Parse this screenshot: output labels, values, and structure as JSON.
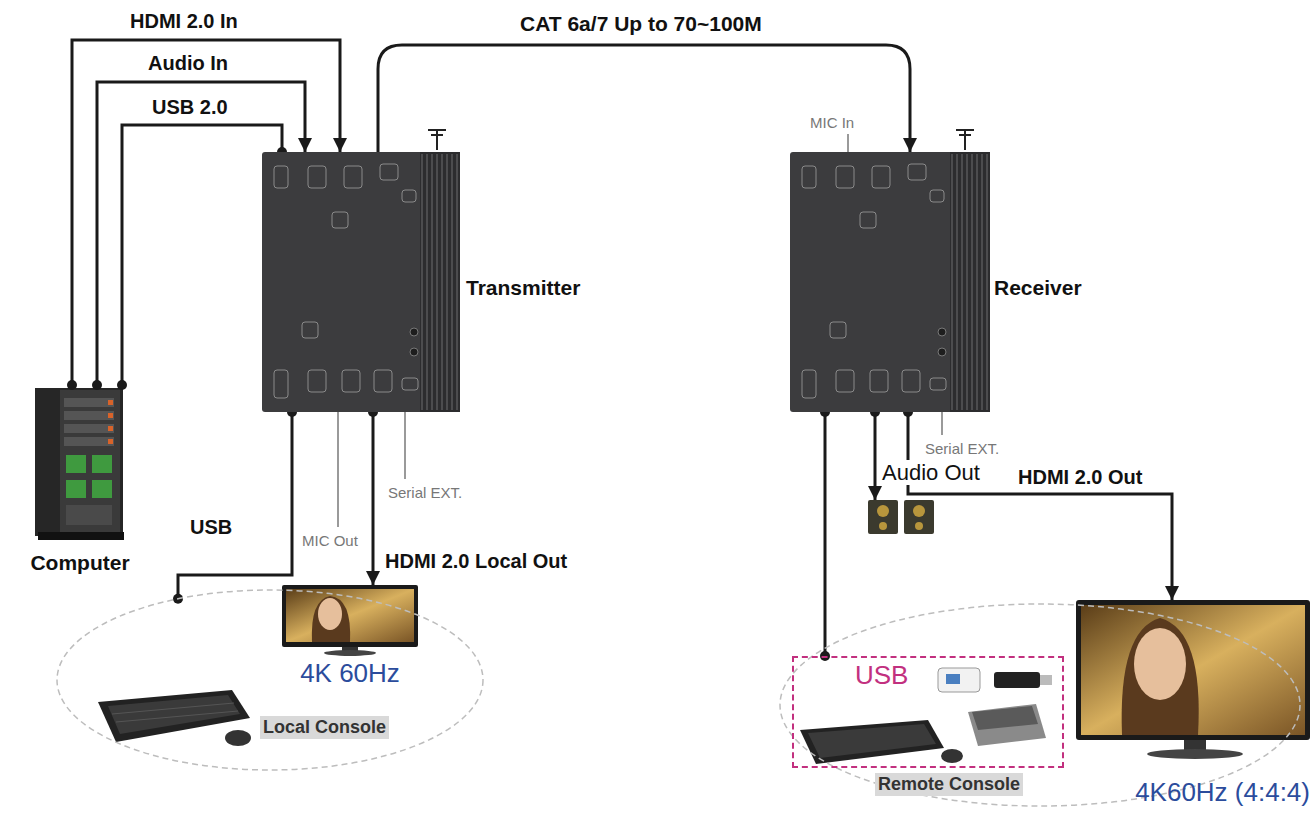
{
  "diagram": {
    "nodes": [
      {
        "text": [
          "Computer"
        ]
      },
      {
        "text": [
          "Transmitter"
        ]
      },
      {
        "text": [
          "Receiver"
        ]
      },
      {
        "text": [
          "Local Console"
        ]
      },
      {
        "text": [
          "4K 60Hz"
        ],
        "in": 3
      },
      {
        "text": [
          "Audio Out"
        ]
      },
      {
        "text": [
          "Remote Console"
        ]
      },
      {
        "text": [
          "USB"
        ],
        "in": 6
      },
      {
        "text": [
          "4K60Hz (4:4:4)"
        ],
        "in": 6
      }
    ],
    "edges": [
      {
        "from": 0,
        "to": 1,
        "arrow": "to",
        "label": "HDMI 2.0 In"
      },
      {
        "from": 0,
        "to": 1,
        "arrow": "to",
        "label": "Audio In"
      },
      {
        "from": 0,
        "to": 1,
        "arrow": "none",
        "label": "USB 2.0"
      },
      {
        "from": 1,
        "to": 2,
        "arrow": "to",
        "label": "CAT 6a/7 Up to 70~100M"
      },
      {
        "from": 1,
        "to": 3,
        "arrow": "none",
        "label": "USB"
      },
      {
        "from": 1,
        "to": 4,
        "arrow": "to",
        "label": "HDMI 2.0 Local Out"
      },
      {
        "from": 2,
        "to": 7,
        "arrow": "none"
      },
      {
        "from": 2,
        "to": 5,
        "arrow": "to"
      },
      {
        "from": 2,
        "to": 8,
        "arrow": "to",
        "label": "HDMI 2.0 Out"
      }
    ],
    "labels": [
      "MIC In",
      "MIC Out",
      "Serial EXT.",
      "Serial EXT."
    ]
  }
}
